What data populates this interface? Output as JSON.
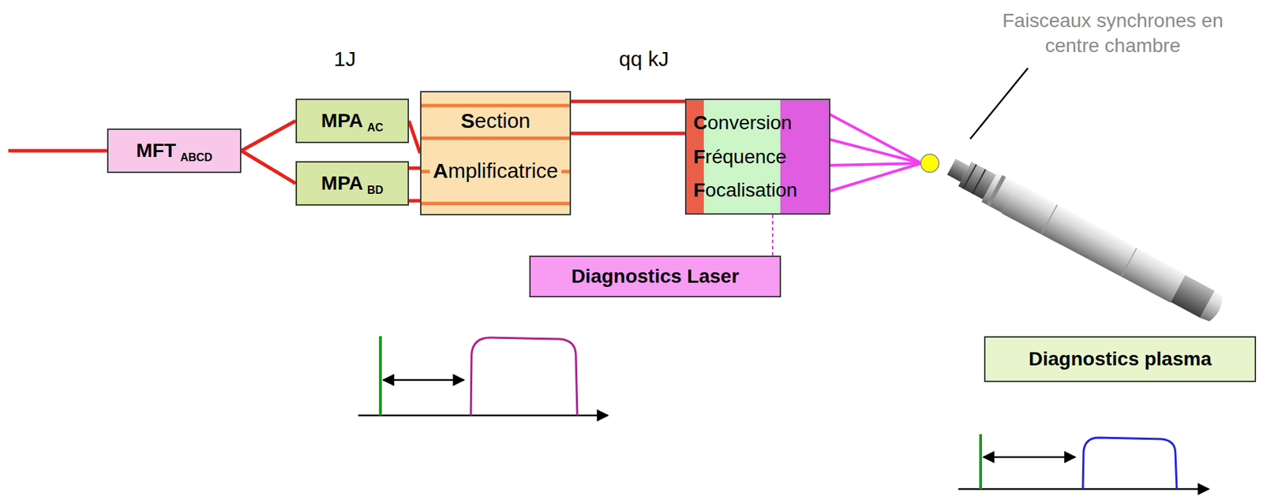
{
  "diagram": {
    "nodes": [
      {
        "text": [
          "MFT",
          "ABCD"
        ]
      },
      {
        "text": [
          "MPA",
          "AC"
        ]
      },
      {
        "text": [
          "MPA",
          "BD"
        ]
      },
      {
        "text": [
          "Section",
          "Amplificatrice"
        ]
      },
      {
        "text": [
          "Conversion",
          "Fréquence",
          "Focalisation"
        ]
      },
      {
        "text": [
          "Diagnostics Laser"
        ]
      },
      {
        "text": [
          "Diagnostics plasma"
        ]
      }
    ],
    "edges": [
      {
        "from": 0,
        "to": 1,
        "arrow": "none"
      },
      {
        "from": 0,
        "to": 2,
        "arrow": "none"
      },
      {
        "from": 1,
        "to": 3,
        "arrow": "none"
      },
      {
        "from": 2,
        "to": 3,
        "arrow": "none"
      },
      {
        "from": 3,
        "to": 4,
        "arrow": "none"
      },
      {
        "from": 4,
        "to": 5,
        "arrow": "none"
      }
    ],
    "labels": [
      "1J",
      "qq kJ",
      "Faisceaux synchrones en centre chambre"
    ]
  }
}
